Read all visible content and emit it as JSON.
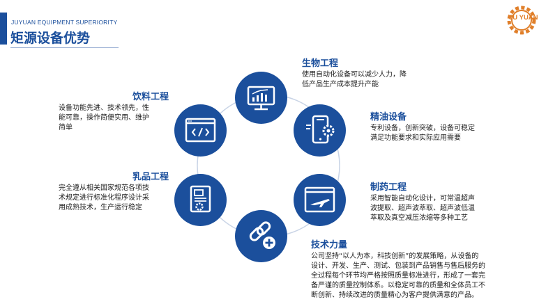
{
  "header": {
    "subtitle": "JUYUAN EQUIPMENT SUPERIORITY",
    "title": "矩源设备优势"
  },
  "logo": {
    "text": "JU  YUAN"
  },
  "colors": {
    "primary": "#1b4f9c",
    "accent": "#e07f2a"
  },
  "items": [
    {
      "title": "生物工程",
      "desc": "使用自动化设备可以减少人力，降\n低产品生产成本提升产能",
      "icon": "chart-monitor-icon"
    },
    {
      "title": "精油设备",
      "desc": " 专利设备，创新突破，设备可稳定\n满足功能要求和实际应用需要",
      "icon": "mobile-gear-icon"
    },
    {
      "title": "制药工程",
      "desc": "采用智能自动化设计，可常温超声\n波提取、超声波萃取、超声波低温\n萃取及真空减压浓缩等多种工艺",
      "icon": "airplane-window-icon"
    },
    {
      "title": "技术力量",
      "desc": "公司坚持“以人为本，科技创新”的发展策略，从设备的\n设计、开发、生产、测试、包装到产品销售与售后服务的\n全过程每个环节均严格按照质量标准进行，形成了一套完\n备严谨的质量控制体系。以稳定可靠的质量和全体员工不\n断创新、持续改进的质量精心为客户提供满意的产品。",
      "icon": "link-plus-icon"
    },
    {
      "title": "乳品工程",
      "desc": "完全遵从相关国家规范各项技\n术规定进行标准化程序设计采\n用成熟技术，生产运行稳定",
      "icon": "document-gear-icon"
    },
    {
      "title": "饮料工程",
      "desc": "设备功能先进、技术领先，性\n能可靠，操作简便实用、维护\n简单",
      "icon": "code-window-icon"
    }
  ]
}
